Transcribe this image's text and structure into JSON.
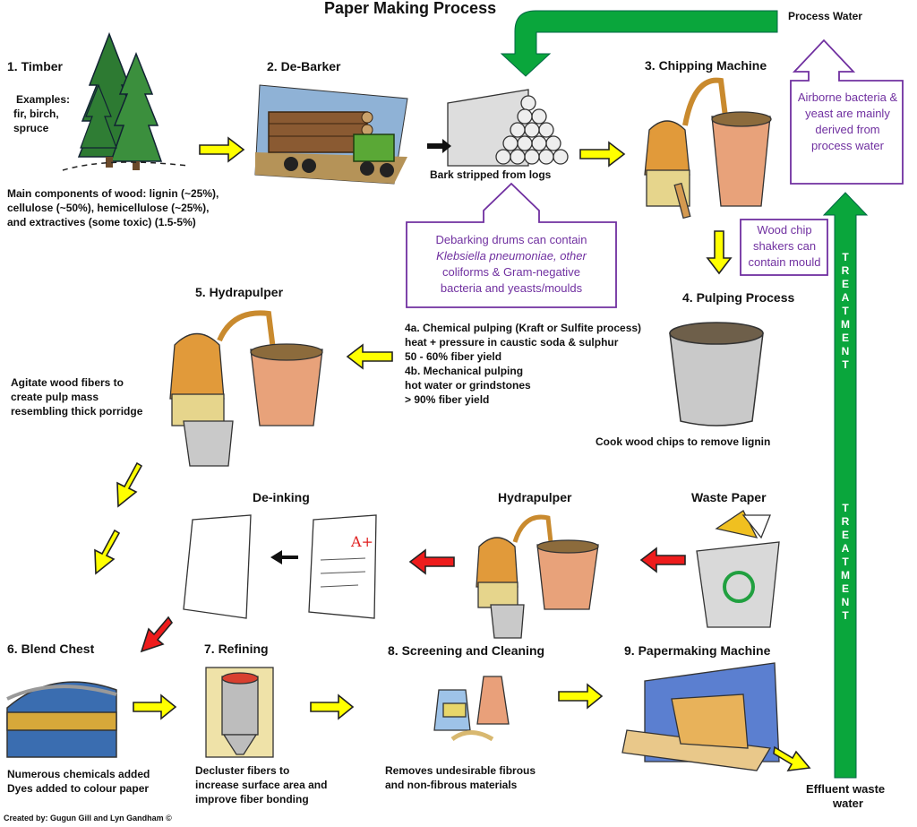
{
  "title": "Paper Making Process",
  "colors": {
    "yellow_arrow": "#ffff00",
    "red_arrow": "#ee1c1c",
    "green_arrow": "#0aa63c",
    "purple": "#7030a0"
  },
  "icons": [
    "trees-icon",
    "logging-truck-icon",
    "log-pile-icon",
    "chipping-machine-icon",
    "pulp-bucket-icon",
    "hydrapulper-icon",
    "blank-paper-icon",
    "inked-paper-icon",
    "recycle-bin-icon",
    "blend-chest-icon",
    "refining-silo-icon",
    "cleaning-bottles-icon",
    "papermaking-machine-icon"
  ],
  "process_water": {
    "label": "Process Water",
    "note": "Airborne bacteria & yeast are mainly derived from process water"
  },
  "timber": {
    "label": "1. Timber",
    "examples_title": "Examples:",
    "examples": [
      "fir, birch,",
      "spruce"
    ],
    "components": [
      "Main components of wood: lignin (~25%),",
      "cellulose (~50%), hemicellulose (~25%),",
      "and extractives (some toxic) (1.5-5%)"
    ]
  },
  "debarker": {
    "label": "2. De-Barker",
    "caption": "Bark stripped from logs",
    "note_lines": [
      "Debarking drums can contain",
      "Klebsiella pneumoniae, other",
      "coliforms & Gram-negative",
      "bacteria and yeasts/moulds"
    ],
    "note_italic": "Klebsiella pneumoniae,"
  },
  "chipping": {
    "label": "3. Chipping Machine",
    "note": "Wood chip shakers can contain mould"
  },
  "pulping": {
    "label": "4. Pulping Process",
    "caption": "Cook wood chips to remove lignin",
    "details": [
      "4a. Chemical pulping (Kraft or Sulfite process)",
      "heat + pressure in caustic soda & sulphur",
      "50 - 60% fiber yield",
      "4b. Mechanical pulping",
      "hot water or grindstones",
      "> 90% fiber yield"
    ]
  },
  "hydrapulper": {
    "label": "5. Hydrapulper",
    "caption": [
      "Agitate wood fibers to",
      "create pulp mass",
      "resembling thick porridge"
    ]
  },
  "recycle": {
    "deinking": "De-inking",
    "hydrapulper": "Hydrapulper",
    "waste_paper": "Waste Paper"
  },
  "blend_chest": {
    "label": "6. Blend Chest",
    "caption": [
      "Numerous chemicals added",
      "Dyes added to colour paper"
    ]
  },
  "refining": {
    "label": "7. Refining",
    "caption": [
      "Decluster fibers to",
      "increase surface area and",
      "improve fiber bonding"
    ]
  },
  "screening": {
    "label": "8. Screening and Cleaning",
    "caption": [
      "Removes undesirable fibrous",
      "and non-fibrous materials"
    ]
  },
  "papermaking": {
    "label": "9. Papermaking Machine"
  },
  "effluent": {
    "label": [
      "Effluent waste",
      "water"
    ]
  },
  "treatment": [
    "TREATMENT",
    "TREATMENT"
  ],
  "credit": "Created by: Gugun Gill and Lyn Gandham ©"
}
